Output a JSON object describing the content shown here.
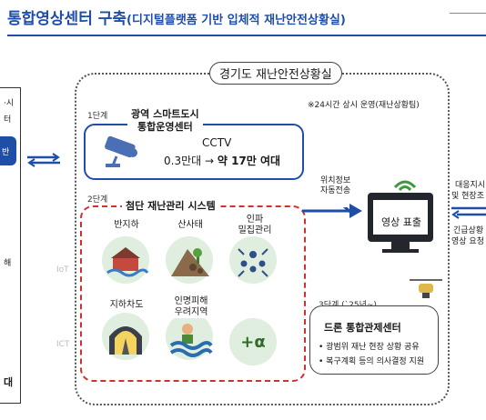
{
  "header": {
    "title_main": "통합영상센터 구축",
    "title_sub": "(디지털플랫폼 기반 입체적 재난안전상황실)"
  },
  "left_panel": {
    "lines": [
      "·시",
      "터",
      "반",
      "해",
      "ICT",
      "IoT",
      "대"
    ]
  },
  "center": {
    "label": "경기도 재난안전상황실",
    "note": "※24시간 상시 운영(재난상황팀)"
  },
  "step1": {
    "step_label": "1단계",
    "title_line1": "광역 스마트도시",
    "title_line2": "통합운영센터",
    "cctv_label": "CCTV",
    "cctv_from": "0.3만대 → ",
    "cctv_to": "약 17만 여대"
  },
  "step2": {
    "step_label": "2단계",
    "title": "첨단 재난관리 시스템",
    "items": [
      {
        "label": "반지하",
        "icon": "flooded-house-icon"
      },
      {
        "label": "산사태",
        "icon": "landslide-icon"
      },
      {
        "label": "인파\n밀집관리",
        "icon": "crowd-icon"
      },
      {
        "label": "지하차도",
        "icon": "underpass-icon"
      },
      {
        "label": "인명피해\n우려지역",
        "icon": "drowning-person-icon"
      },
      {
        "label": "+α",
        "icon": "plus-alpha-icon"
      }
    ],
    "side_iot": "IoT",
    "side_ict": "ICT"
  },
  "display": {
    "arrow_text_line1": "위치정보",
    "arrow_text_line2": "자동전송",
    "label": "영상 표출"
  },
  "step3": {
    "step_label": "3단계 (`25년~)",
    "title": "드론 통합관제센터",
    "bullets": [
      "광범위 재난 현장 상황 공유",
      "복구계획 등의 의사결정 지원"
    ]
  },
  "right_side": {
    "line1": "대응지시",
    "line2": "및 현장조",
    "line3": "긴급상황",
    "line4": "영상 요청"
  },
  "colors": {
    "primary": "#1f4ea8",
    "red_dashed": "#d0302e",
    "circle_fill": "#dfeede"
  }
}
